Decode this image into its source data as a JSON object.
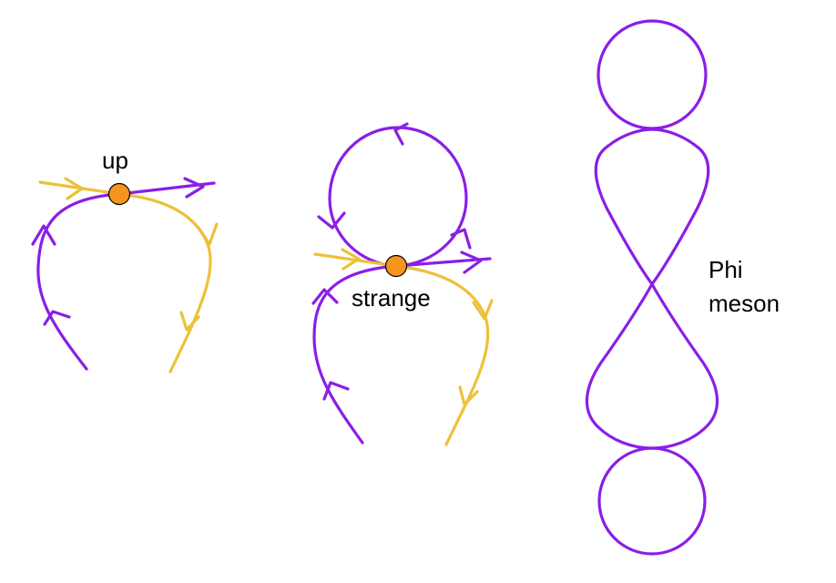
{
  "labels": {
    "up": "up",
    "strange": "strange",
    "phi_line1": "Phi",
    "phi_line2": "meson"
  },
  "colors": {
    "purple": "#8a1ee6",
    "gold": "#ecc13a",
    "vertex": "#f7941d",
    "background": "#ffffff"
  },
  "icons": {
    "arrowhead": "chevron-arrow",
    "vertex": "filled-circle"
  }
}
